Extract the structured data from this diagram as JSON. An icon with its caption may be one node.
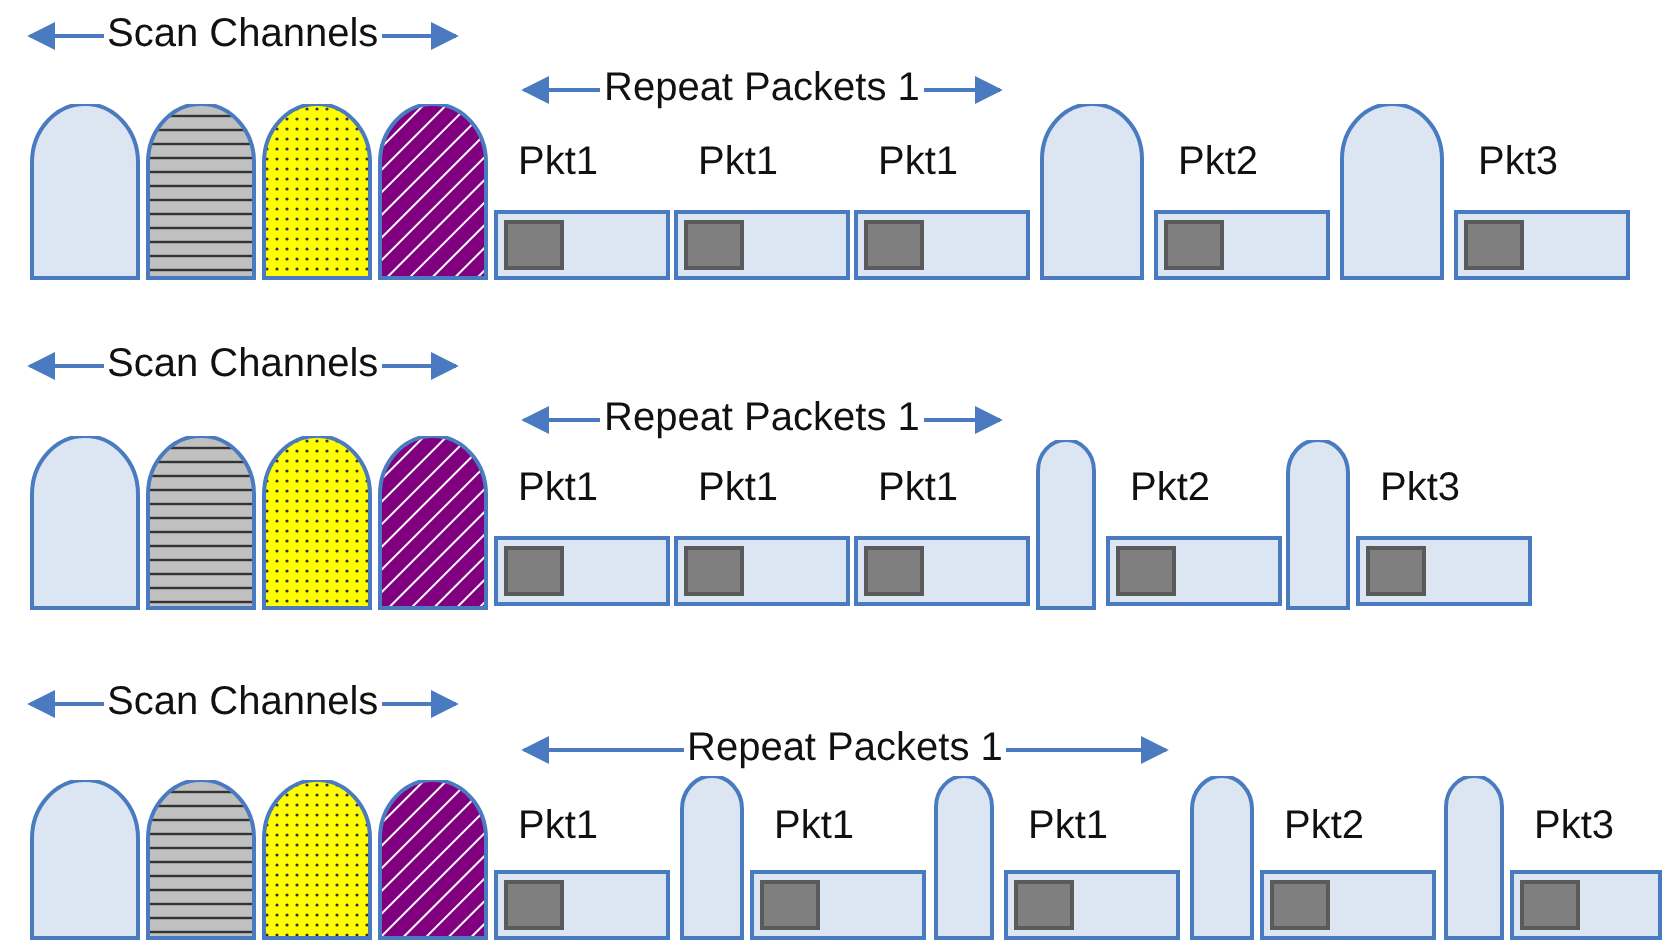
{
  "diagram": {
    "nodes": [
      {
        "text": [],
        "shape": "arch"
      },
      {
        "text": [],
        "shape": "arch"
      },
      {
        "text": [],
        "shape": "arch"
      },
      {
        "text": [],
        "shape": "arch"
      },
      {
        "text": [
          "Pkt1"
        ]
      },
      {
        "text": [
          "Pkt1"
        ]
      },
      {
        "text": [
          "Pkt1"
        ]
      },
      {
        "text": [],
        "shape": "arch"
      },
      {
        "text": [
          "Pkt2"
        ]
      },
      {
        "text": [],
        "shape": "arch"
      },
      {
        "text": [
          "Pkt3"
        ]
      },
      {
        "text": [],
        "shape": "arch"
      },
      {
        "text": [],
        "shape": "arch"
      },
      {
        "text": [],
        "shape": "arch"
      },
      {
        "text": [],
        "shape": "arch"
      },
      {
        "text": [
          "Pkt1"
        ]
      },
      {
        "text": [
          "Pkt1"
        ]
      },
      {
        "text": [
          "Pkt1"
        ]
      },
      {
        "text": [],
        "shape": "arch"
      },
      {
        "text": [
          "Pkt2"
        ]
      },
      {
        "text": [],
        "shape": "arch"
      },
      {
        "text": [
          "Pkt3"
        ]
      },
      {
        "text": [],
        "shape": "arch"
      },
      {
        "text": [],
        "shape": "arch"
      },
      {
        "text": [],
        "shape": "arch"
      },
      {
        "text": [],
        "shape": "arch"
      },
      {
        "text": [
          "Pkt1"
        ]
      },
      {
        "text": [],
        "shape": "arch"
      },
      {
        "text": [
          "Pkt1"
        ]
      },
      {
        "text": [],
        "shape": "arch"
      },
      {
        "text": [
          "Pkt1"
        ]
      },
      {
        "text": [],
        "shape": "arch"
      },
      {
        "text": [
          "Pkt2"
        ]
      },
      {
        "text": [],
        "shape": "arch"
      },
      {
        "text": [
          "Pkt3"
        ]
      }
    ],
    "labels": [
      "Scan Channels",
      "Repeat Packets 1",
      "Scan Channels",
      "Repeat Packets 1",
      "Scan Channels",
      "Repeat Packets 1"
    ]
  }
}
